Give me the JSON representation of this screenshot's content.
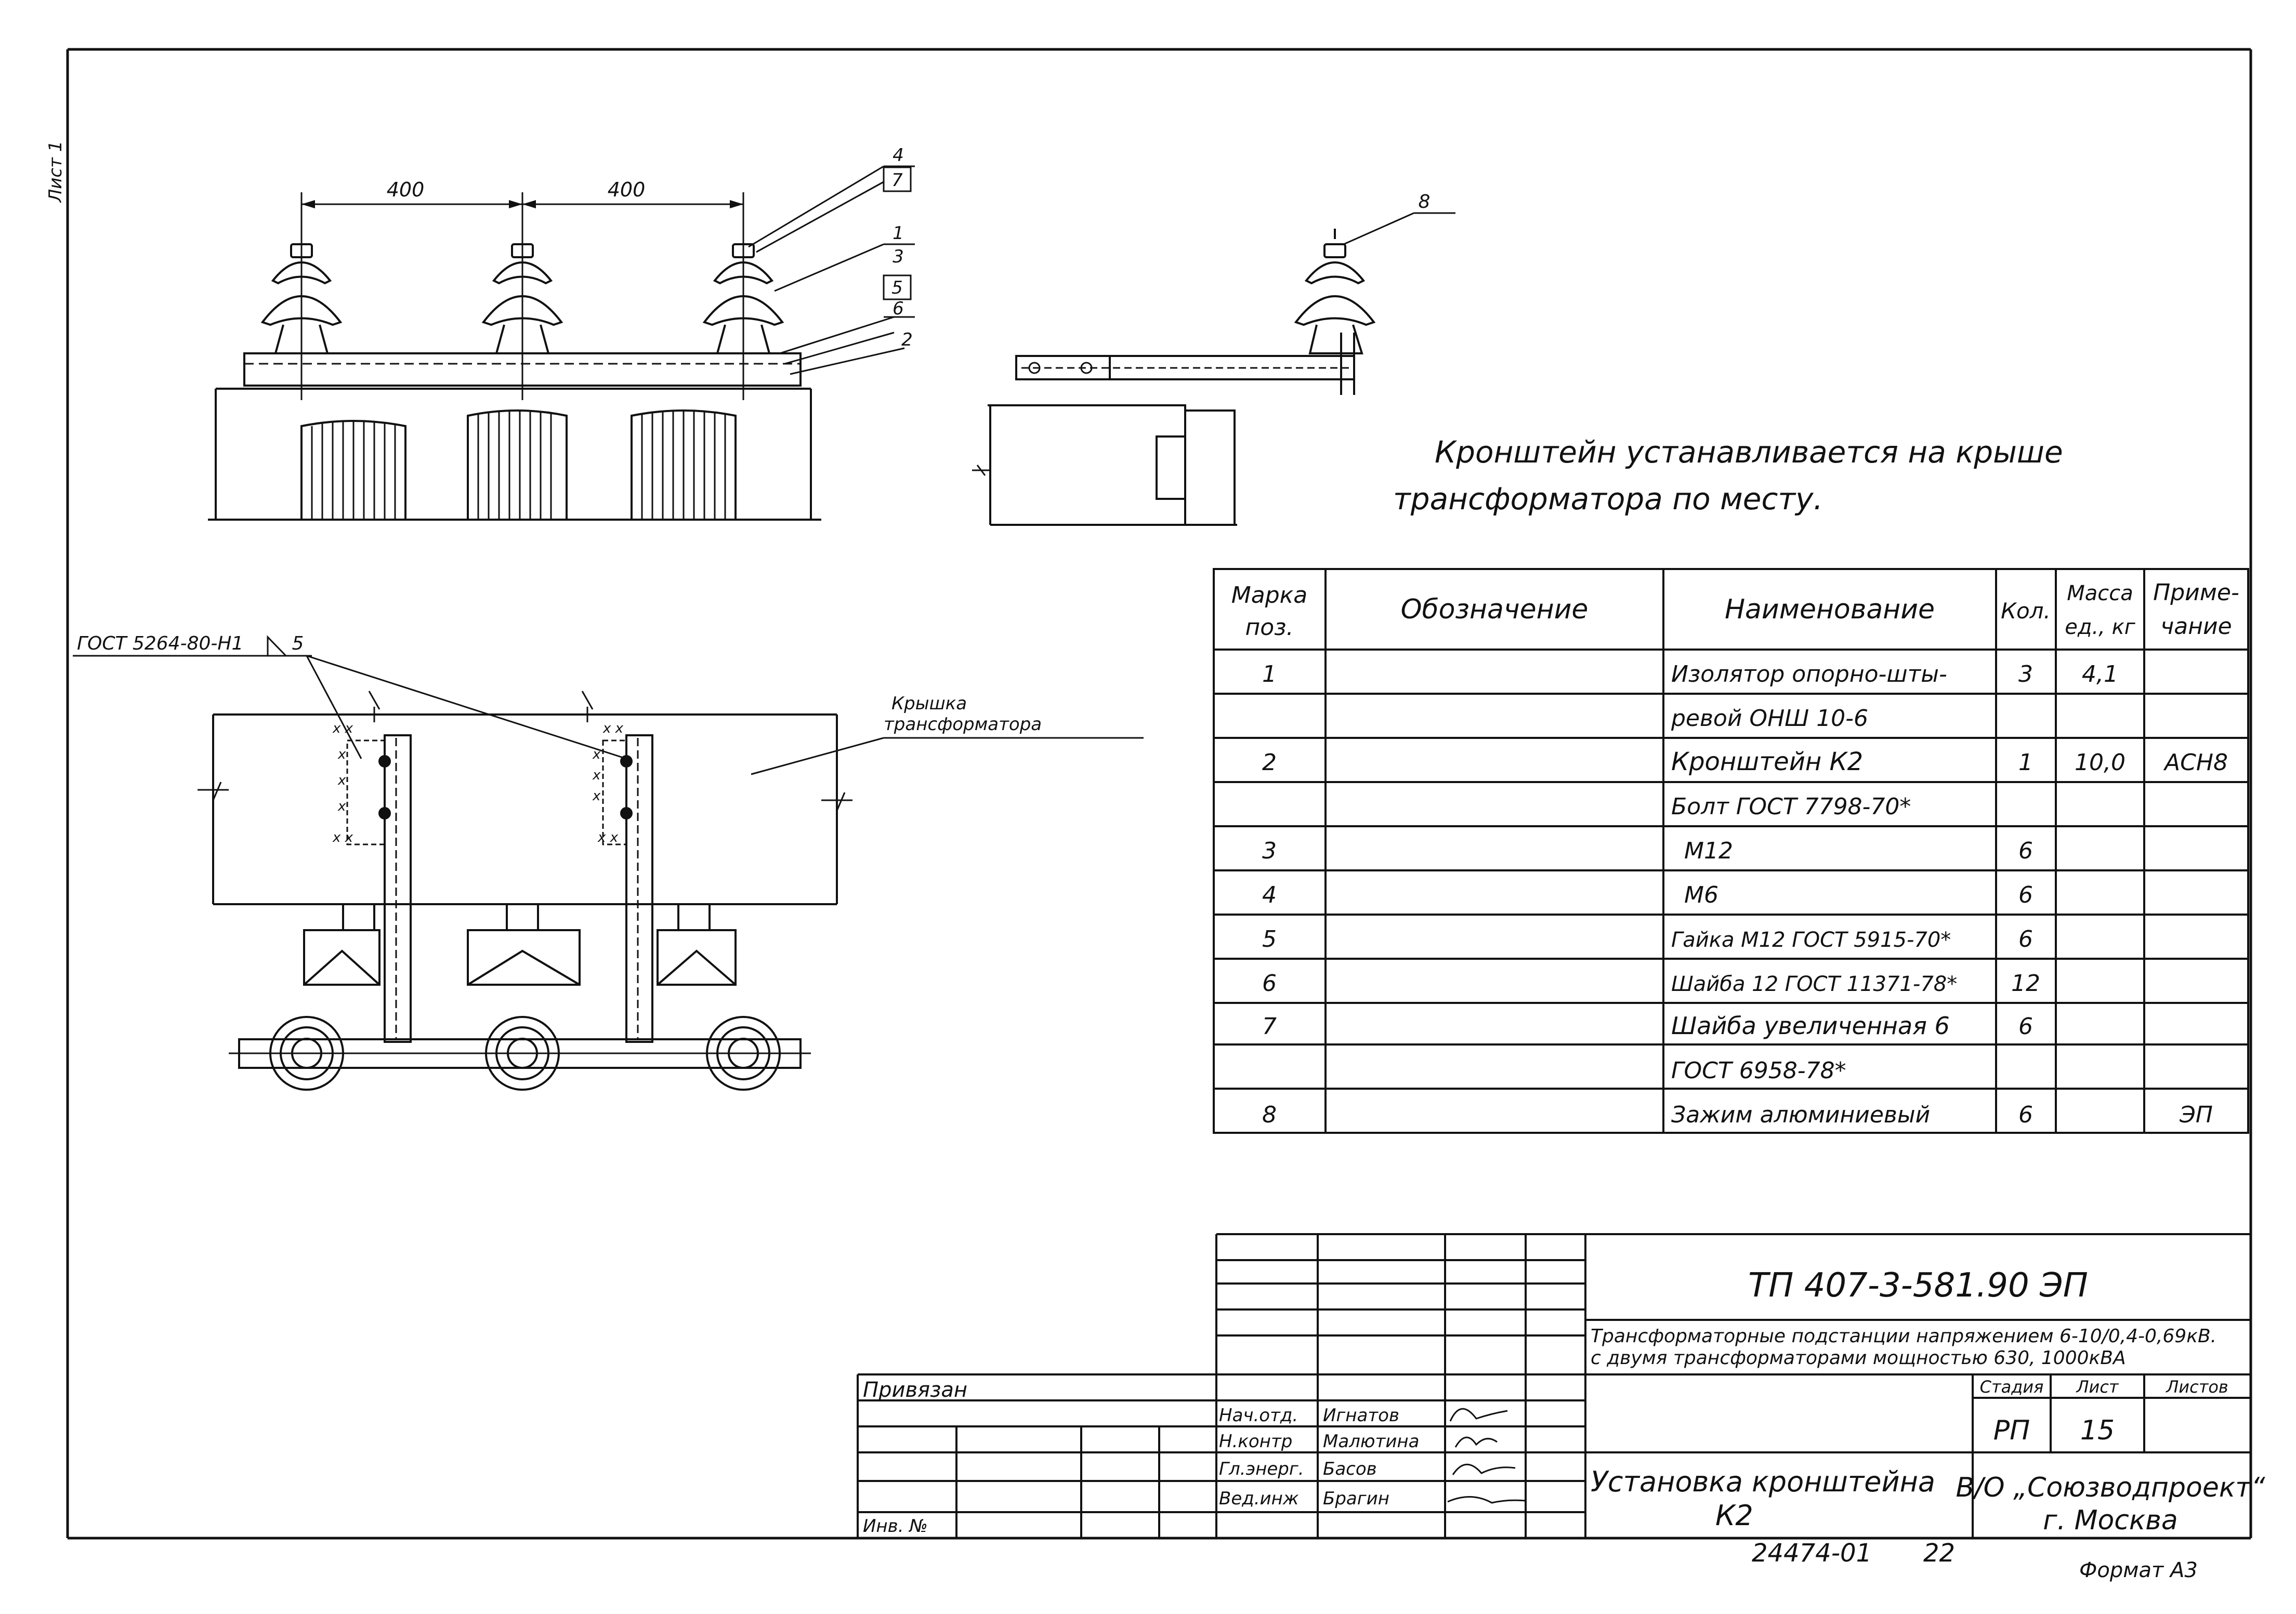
{
  "margin_label": "Лист 1",
  "note": {
    "line1": "Кронштейн устанавливается на крыше",
    "line2": "трансформатора по месту."
  },
  "front_view": {
    "dim_left": "400",
    "dim_right": "400",
    "leaders": [
      "4",
      "7",
      "1",
      "3",
      "5",
      "6",
      "2"
    ]
  },
  "side_view": {
    "leader": "8"
  },
  "plan_view": {
    "weld_label": "ГОСТ 5264-80-Н1",
    "weld_size": "5",
    "cover_label_1": "Крышка",
    "cover_label_2": "трансформатора"
  },
  "spec_table": {
    "headers": {
      "pos": [
        "Марка",
        "поз."
      ],
      "designation": "Обозначение",
      "name": "Наименование",
      "qty": "Кол.",
      "mass": [
        "Масса",
        "ед., кг"
      ],
      "note": [
        "Приме-",
        "чание"
      ]
    },
    "rows": [
      {
        "pos": "1",
        "designation": "",
        "name": "Изолятор опорно-шты-",
        "qty": "3",
        "mass": "4,1",
        "note": ""
      },
      {
        "pos": "",
        "designation": "",
        "name": "ревой ОНШ 10-6",
        "qty": "",
        "mass": "",
        "note": ""
      },
      {
        "pos": "2",
        "designation": "",
        "name": "Кронштейн К2",
        "qty": "1",
        "mass": "10,0",
        "note": "АСН8"
      },
      {
        "pos": "",
        "designation": "",
        "name": "Болт ГОСТ 7798-70*",
        "qty": "",
        "mass": "",
        "note": ""
      },
      {
        "pos": "3",
        "designation": "",
        "name": "М12",
        "qty": "6",
        "mass": "",
        "note": ""
      },
      {
        "pos": "4",
        "designation": "",
        "name": "М6",
        "qty": "6",
        "mass": "",
        "note": ""
      },
      {
        "pos": "5",
        "designation": "",
        "name": "Гайка М12 ГОСТ 5915-70*",
        "qty": "6",
        "mass": "",
        "note": ""
      },
      {
        "pos": "6",
        "designation": "",
        "name": "Шайба 12 ГОСТ 11371-78*",
        "qty": "12",
        "mass": "",
        "note": ""
      },
      {
        "pos": "7",
        "designation": "",
        "name": "Шайба увеличенная 6",
        "qty": "6",
        "mass": "",
        "note": ""
      },
      {
        "pos": "",
        "designation": "",
        "name": "ГОСТ 6958-78*",
        "qty": "",
        "mass": "",
        "note": ""
      },
      {
        "pos": "8",
        "designation": "",
        "name": "Зажим алюминиевый",
        "qty": "6",
        "mass": "",
        "note": "ЭП"
      }
    ]
  },
  "title_block": {
    "doc_code": "ТП 407-3-581.90 ЭП",
    "project_line1": "Трансформаторные подстанции напряжением 6-10/0,4-0,69кВ.",
    "project_line2": "с двумя трансформаторами мощностью 630, 1000кВА",
    "stage_label": "Стадия",
    "sheet_label": "Лист",
    "sheets_label": "Листов",
    "stage": "РП",
    "sheet": "15",
    "sheets": "",
    "drawing_title_1": "Установка кронштейна",
    "drawing_title_2": "К2",
    "org_line1": "В/О „Союзводпроект“",
    "org_line2": "г. Москва",
    "attached_label": "Привязан",
    "inv_label": "Инв. №",
    "signatures": [
      {
        "role": "Нач.отд.",
        "name": "Игнатов"
      },
      {
        "role": "Н.контр",
        "name": "Малютина"
      },
      {
        "role": "Гл.энерг.",
        "name": "Басов"
      },
      {
        "role": "Вед.инж",
        "name": "Брагин"
      }
    ]
  },
  "archive_number": "24474-01",
  "archive_page": "22",
  "format_label": "Формат А3"
}
